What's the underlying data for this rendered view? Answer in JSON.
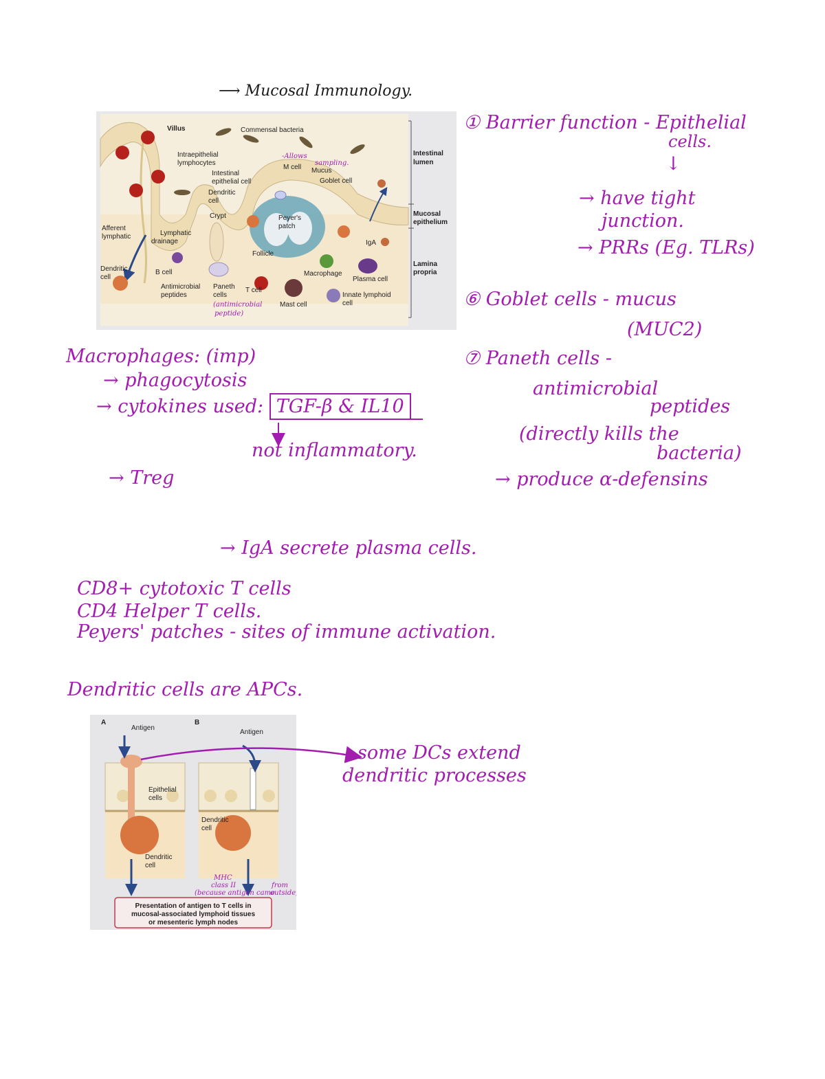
{
  "title": "Mucosal Immunology.",
  "diagram1": {
    "labels": {
      "villus": "Villus",
      "commensal": "Commensal bacteria",
      "intestinal_lumen_1": "Intestinal",
      "intestinal_lumen_2": "lumen",
      "iel_1": "Intraepithelial",
      "iel_2": "lymphocytes",
      "allows": "-Allows",
      "sampling": "sampling.",
      "mcell": "M cell",
      "mucus": "Mucus",
      "iec_1": "Intestinal",
      "iec_2": "epithelial cell",
      "goblet": "Goblet cell",
      "dc_1": "Dendritic",
      "dc_2": "cell",
      "crypt": "Crypt",
      "peyers_1": "Peyer's",
      "peyers_2": "patch",
      "mucosal_1": "Mucosal",
      "mucosal_2": "epithelium",
      "afferent_1": "Afferent",
      "afferent_2": "lymphatic",
      "lymph_1": "Lymphatic",
      "lymph_2": "drainage",
      "follicle": "Follicle",
      "iga": "IgA",
      "dcl_1": "Dendritic",
      "dcl_2": "cell",
      "bcell": "B cell",
      "macrophage": "Macrophage",
      "plasma": "Plasma cell",
      "lamina_1": "Lamina",
      "lamina_2": "propria",
      "amp_1": "Antimicrobial",
      "amp_2": "peptides",
      "paneth_1": "Paneth",
      "paneth_2": "cells",
      "tcell": "T cell",
      "mast": "Mast cell",
      "ilc_1": "Innate lymphoid",
      "ilc_2": "cell",
      "anno_amp_1": "(antimicrobial",
      "anno_amp_2": "peptide)"
    }
  },
  "notes_right": {
    "n1a": "① Barrier function - Epithelial",
    "n1b": "cells.",
    "n1_down": "↓",
    "n2": "→ have tight",
    "n3": "junction.",
    "n4": "→ PRRs (Eg. TLRs)",
    "n5": "⑥ Goblet cells - mucus",
    "n6": "(MUC2)",
    "n7": "⑦ Paneth cells -",
    "n8": "antimicrobial",
    "n9": "peptides",
    "n10": "(directly kills the",
    "n11": "bacteria)",
    "n12": "→ produce α-defensins"
  },
  "notes_left": {
    "macro": "Macrophages: (imp)",
    "phago": "→ phagocytosis",
    "cyto": "→ cytokines used:",
    "cyto_box": "TGF-β & IL10",
    "not_infl": "not inflammatory.",
    "treg": "→ Treg",
    "iga": "→ IgA secrete plasma cells.",
    "cd8": "CD8+ cytotoxic T cells",
    "cd4": "CD4 Helper T cells.",
    "peyers": "Peyers' patches - sites of immune activation.",
    "dc_apc": "Dendritic cells are APCs.",
    "dc_ext1": "some DCs extend",
    "dc_ext2": "dendritic processes"
  },
  "diagram2": {
    "labels": {
      "a": "A",
      "b": "B",
      "antigen_a": "Antigen",
      "antigen_b": "Antigen",
      "epi_1": "Epithelial",
      "epi_2": "cells",
      "dc_b_1": "Dendritic",
      "dc_b_2": "cell",
      "dc_a_1": "Dendritic",
      "dc_a_2": "cell",
      "mhc_1": "MHC",
      "mhc_2": "class II",
      "mhc_3": "(because antigen came",
      "from_1": "from",
      "from_2": "outside)",
      "pres_1": "Presentation of antigen to T cells in",
      "pres_2": "mucosal-associated lymphoid tissues",
      "pres_3": "or mesenteric lymph nodes"
    }
  }
}
